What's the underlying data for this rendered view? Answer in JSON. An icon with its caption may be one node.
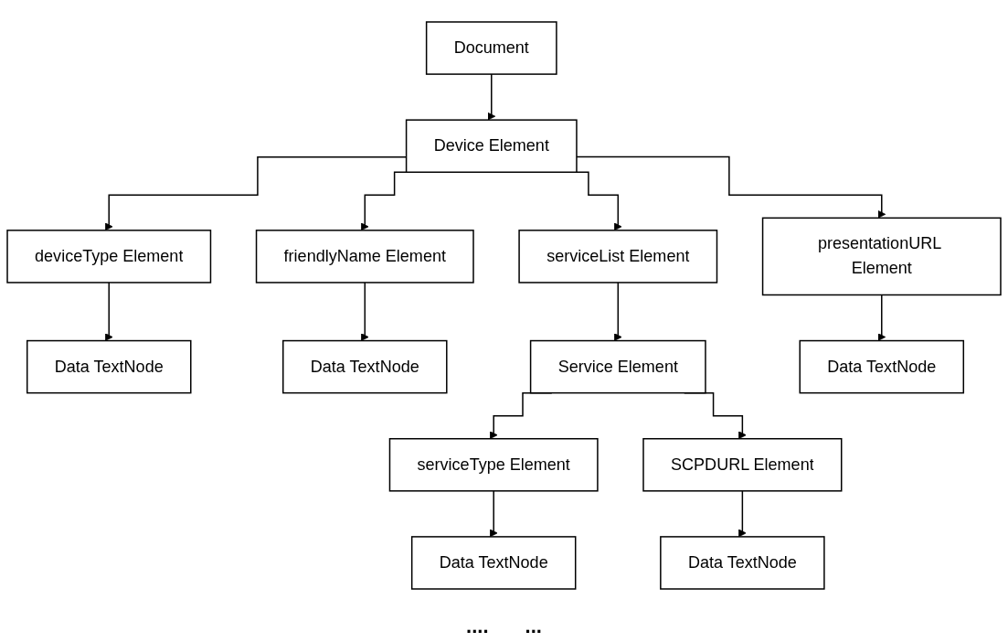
{
  "diagram": {
    "nodes": [
      {
        "text": [
          "Document"
        ]
      },
      {
        "text": [
          "Device Element"
        ]
      },
      {
        "text": [
          "deviceType Element"
        ]
      },
      {
        "text": [
          "friendlyName Element"
        ]
      },
      {
        "text": [
          "serviceList Element"
        ]
      },
      {
        "text": [
          "presentationURL Element"
        ]
      },
      {
        "text": [
          "Data TextNode"
        ]
      },
      {
        "text": [
          "Data TextNode"
        ]
      },
      {
        "text": [
          "Service Element"
        ]
      },
      {
        "text": [
          "Data TextNode"
        ]
      },
      {
        "text": [
          "serviceType Element"
        ]
      },
      {
        "text": [
          "SCPDURL Element"
        ]
      },
      {
        "text": [
          "Data TextNode"
        ]
      },
      {
        "text": [
          "Data TextNode"
        ]
      }
    ],
    "edges": [
      {
        "from": 0,
        "to": 1,
        "arrow": "to"
      },
      {
        "from": 1,
        "to": 2,
        "arrow": "to"
      },
      {
        "from": 1,
        "to": 3,
        "arrow": "to"
      },
      {
        "from": 1,
        "to": 4,
        "arrow": "to"
      },
      {
        "from": 1,
        "to": 5,
        "arrow": "to"
      },
      {
        "from": 2,
        "to": 6,
        "arrow": "to"
      },
      {
        "from": 3,
        "to": 7,
        "arrow": "to"
      },
      {
        "from": 4,
        "to": 8,
        "arrow": "to"
      },
      {
        "from": 5,
        "to": 9,
        "arrow": "to"
      },
      {
        "from": 8,
        "to": 10,
        "arrow": "to"
      },
      {
        "from": 8,
        "to": 11,
        "arrow": "to"
      },
      {
        "from": 10,
        "to": 12,
        "arrow": "to"
      },
      {
        "from": 11,
        "to": 13,
        "arrow": "to"
      }
    ],
    "labels": [
      "....",
      "..."
    ]
  }
}
